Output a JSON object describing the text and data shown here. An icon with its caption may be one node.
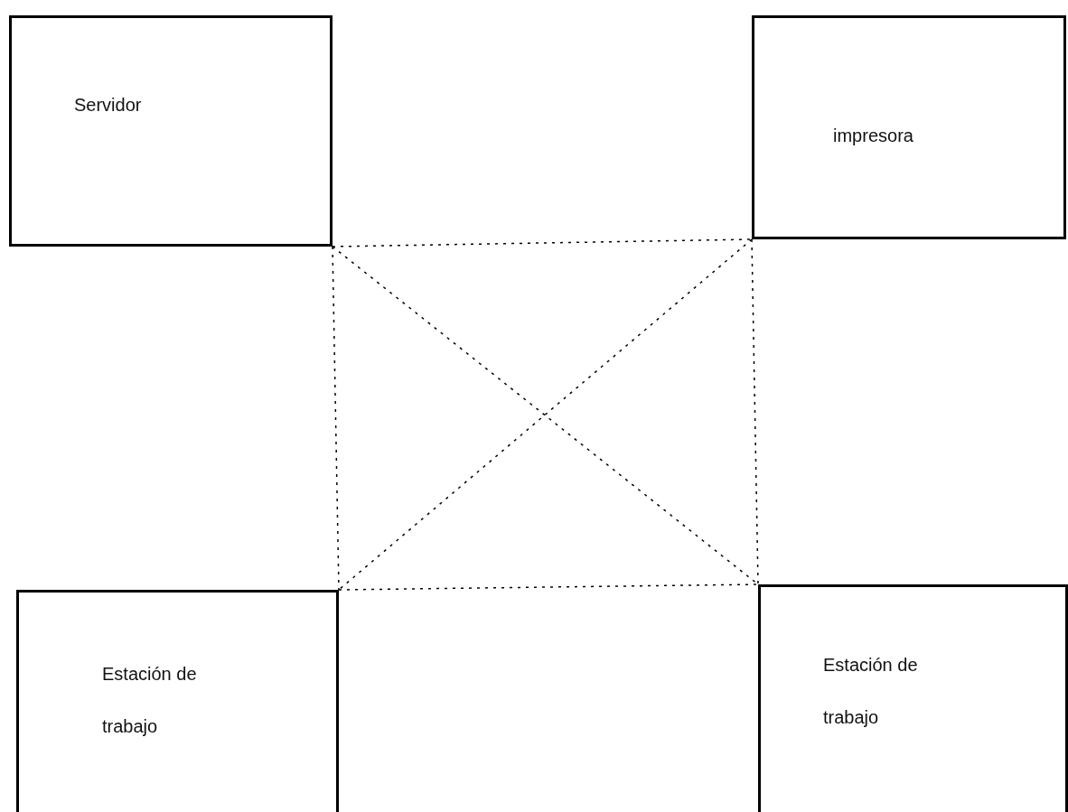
{
  "diagram": {
    "nodes": [
      {
        "text": [
          "Servidor"
        ]
      },
      {
        "text": [
          "impresora"
        ]
      },
      {
        "text": [
          "Estación de trabajo"
        ]
      },
      {
        "text": [
          "Estación de trabajo"
        ]
      }
    ],
    "edges": [
      {
        "from": 0,
        "to": 1,
        "arrow": "none",
        "style": "dashed"
      },
      {
        "from": 0,
        "to": 2,
        "arrow": "none",
        "style": "dashed"
      },
      {
        "from": 0,
        "to": 3,
        "arrow": "none",
        "style": "dashed"
      },
      {
        "from": 1,
        "to": 2,
        "arrow": "none",
        "style": "dashed"
      },
      {
        "from": 1,
        "to": 3,
        "arrow": "none",
        "style": "dashed"
      },
      {
        "from": 2,
        "to": 3,
        "arrow": "none",
        "style": "dashed"
      }
    ]
  }
}
